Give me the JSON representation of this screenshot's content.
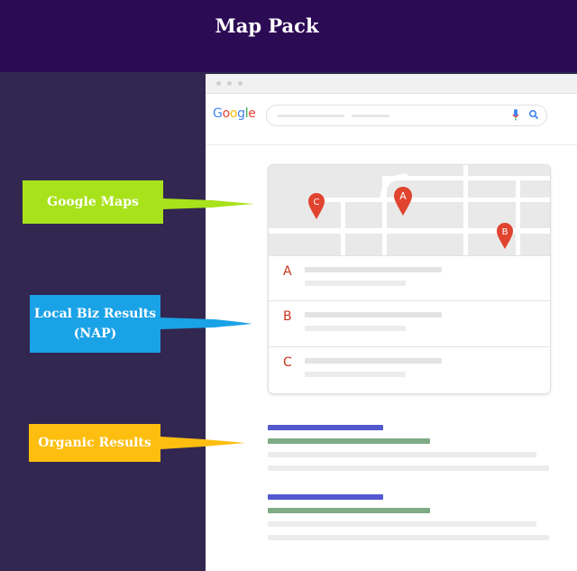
{
  "title": "Map Pack",
  "browser": {
    "logo": [
      {
        "ch": "G",
        "color": "#4285F4"
      },
      {
        "ch": "o",
        "color": "#EA4335"
      },
      {
        "ch": "o",
        "color": "#FBBC05"
      },
      {
        "ch": "g",
        "color": "#4285F4"
      },
      {
        "ch": "l",
        "color": "#34A853"
      },
      {
        "ch": "e",
        "color": "#EA4335"
      }
    ]
  },
  "map_pins": [
    "A",
    "B",
    "C"
  ],
  "local_results": [
    "A",
    "B",
    "C"
  ],
  "callouts": {
    "maps": {
      "text": "Google Maps",
      "color": "#a8e21b"
    },
    "local": {
      "line1": "Local Biz Results",
      "line2": "(NAP)",
      "color": "#1aa2e6"
    },
    "organic": {
      "text": "Organic Results",
      "color": "#fdbe10"
    }
  },
  "colors": {
    "header_bg": "#2c0b55",
    "panel_bg": "#312750",
    "pin": "#e0442f",
    "organic_title": "#5358cf",
    "organic_url": "#7fab85",
    "placeholder": "#e6e6e6"
  }
}
